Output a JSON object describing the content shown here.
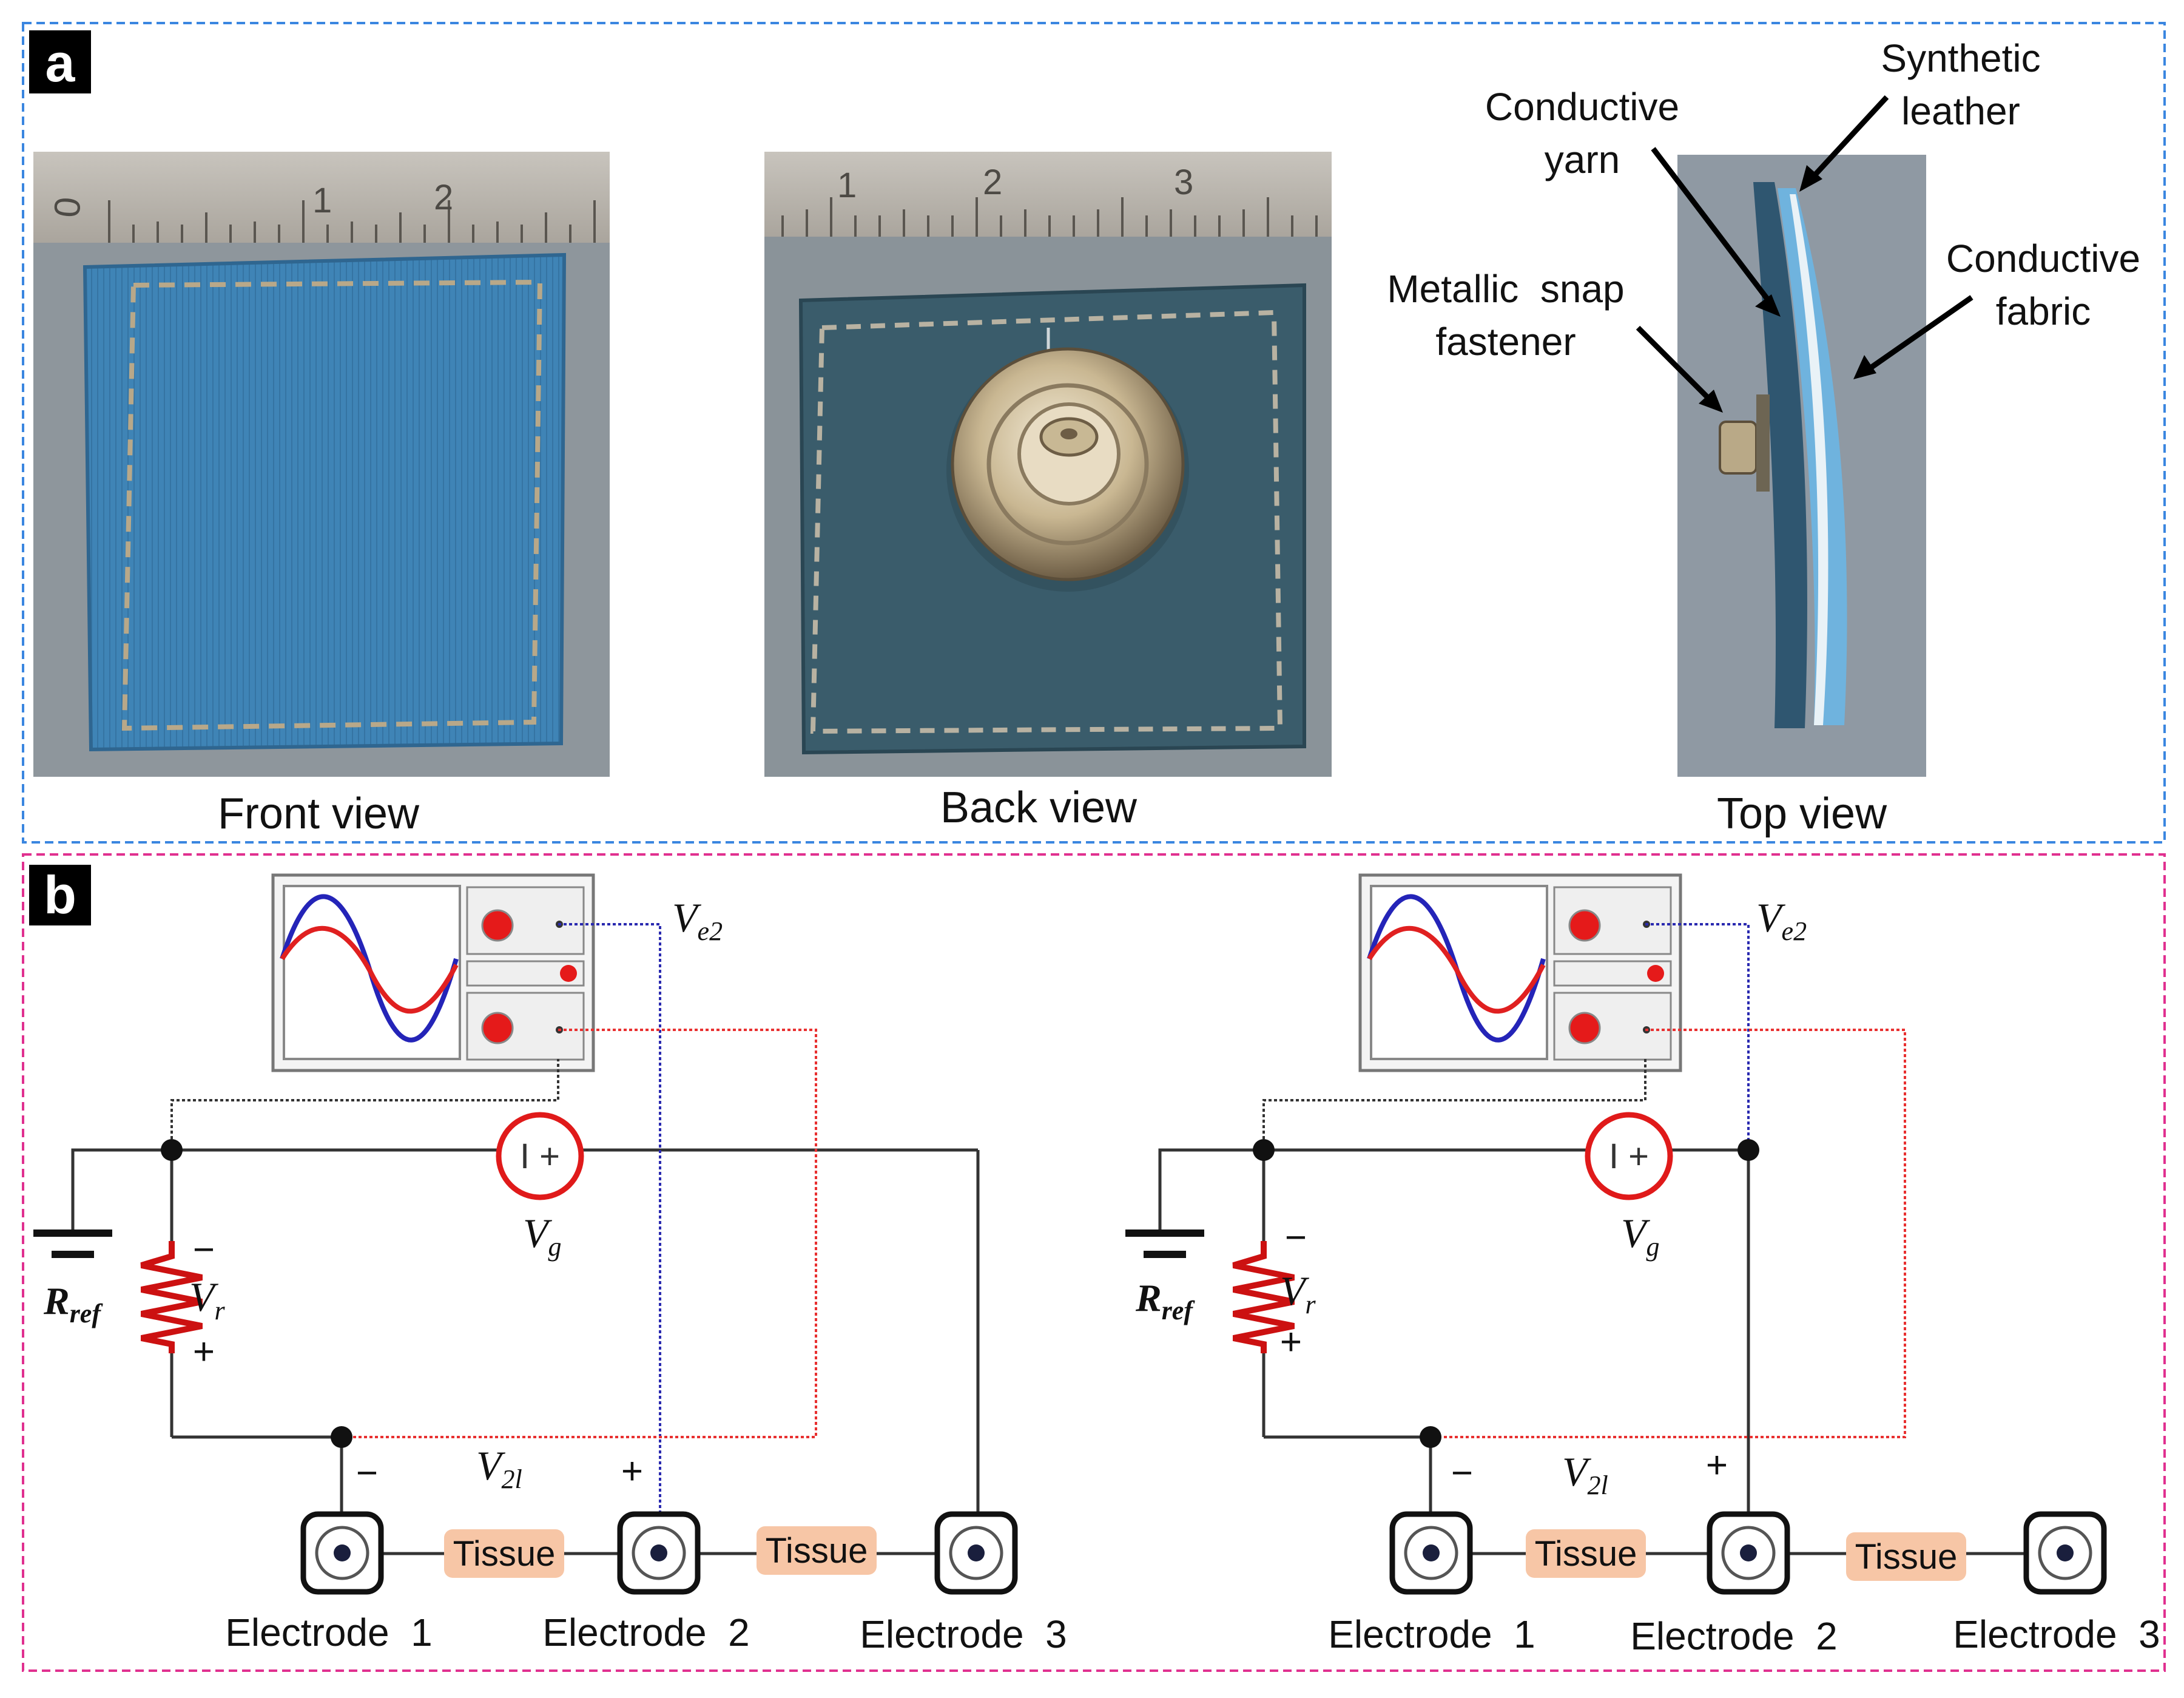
{
  "panel_a": {
    "letter": "a",
    "border_color": "#3a86e0",
    "photos": {
      "front": {
        "caption": "Front view",
        "ruler_ticks": [
          "0",
          "1",
          "2"
        ]
      },
      "back": {
        "caption": "Back view",
        "ruler_ticks": [
          "1",
          "2",
          "3"
        ]
      },
      "top": {
        "caption": "Top view"
      }
    },
    "labels": {
      "conductive_yarn": [
        "Conductive",
        "yarn"
      ],
      "synthetic_leather": [
        "Synthetic",
        "leather"
      ],
      "conductive_fabric": [
        "Conductive",
        "fabric"
      ],
      "metallic_snap": [
        "Metallic  snap",
        "fastener"
      ]
    }
  },
  "panel_b": {
    "letter": "b",
    "border_color": "#e0308f",
    "circuit": {
      "vg": {
        "main": "V",
        "sub": "g"
      },
      "vr": {
        "main": "V",
        "sub": "r"
      },
      "rref": {
        "main": "R",
        "sub": "ref"
      },
      "ve2": {
        "main": "V",
        "sub": "e2"
      },
      "v21": {
        "main": "V",
        "sub": "2l"
      },
      "minus": "−",
      "plus": "+",
      "source_symbol": "I +",
      "tissue": "Tissue",
      "electrodes": [
        "Electrode  1",
        "Electrode  2",
        "Electrode  3"
      ]
    },
    "colors": {
      "blue_wire": "#2a2ab0",
      "red_wire": "#e83030",
      "tissue_fill": "#f7c6a6",
      "resistor": "#cc1111"
    }
  }
}
